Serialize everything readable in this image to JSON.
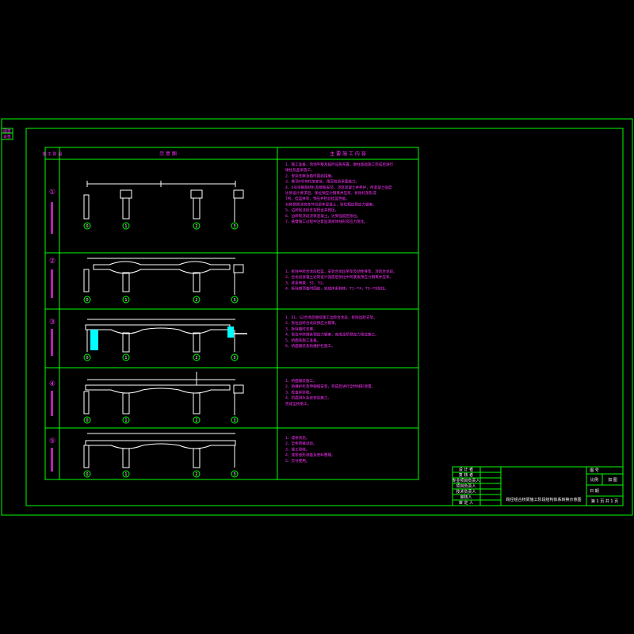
{
  "drawing": {
    "main_title": "跨径组合桥梁施工阶段结构体系转换示意图",
    "stage_column_header": "施 工 阶 段",
    "diagram_column_header": "示 意 图",
    "notes_column_header": "主 要 施 工 内 容",
    "stages": [
      {
        "id": "I",
        "label": "①",
        "roman": "I"
      },
      {
        "id": "II",
        "label": "②"
      },
      {
        "id": "III",
        "label": "③"
      },
      {
        "id": "IV",
        "label": "④"
      },
      {
        "id": "V",
        "label": "⑤"
      }
    ],
    "pier_marks": [
      "0",
      "1",
      "2",
      "3"
    ],
    "notes": {
      "I": [
        "1、施工准备，场地平整及临时设施布置，墩柱基础施工完成后进行",
        "   墩柱及盖梁施工。",
        "2、安装支座及临时固结措施。",
        "3、墩顶0号块托架安装，预压检验承载能力。",
        "4、0号块钢筋绑扎及模板安装，浇筑混凝土并养护，待混凝土强度",
        "   达到设计要求后，张拉预应力钢束并压浆，拆除托架形成",
        "   T构，挂篮拼装，预压并检验挂篮性能。",
        "   对称悬臂浇筑各节段梁体混凝土，张拉相应预应力钢束。",
        "5、边跨现浇段支架搭设并预压。",
        "6、边跨现浇段浇筑混凝土，达到强度后张拉。",
        "7、悬臂施工过程中注意监测梁体线形及应力变化。"
      ],
      "II": [
        "1、拆除中跨合龙段挂篮，安装合龙段吊架及劲性骨架，浇筑合龙段。",
        "2、合龙段混凝土达到设计强度后张拉中跨底板预应力钢束并压浆。",
        "3、体系转换：S1、S2。",
        "4、拆除墩顶临时固结，完成体系转换，T1~T4，T5~T8张拉。"
      ],
      "III": [
        "1、S1、S2合龙后继续施工边跨合龙段，拆除边跨支架。",
        "2、张拉边跨合龙段预应力钢束。",
        "3、拆除临时支座。",
        "4、张拉中跨剩余预应力钢束，完成全桥预应力张拉施工。",
        "5、桥面系施工准备。",
        "6、桥面铺装及防撞护栏施工。"
      ],
      "IV": [
        "1、桥面铺装施工。",
        "2、防撞护栏及伸缩缝安装，完成后进行全桥线形测量。",
        "3、检查并验收。",
        "4、桥面排水系统安装施工。",
        "   完成全桥施工。"
      ],
      "V": [
        "1、成桥状态。",
        "2、全桥荷载试验。",
        "3、竣工验收。",
        "4、成桥线形测量及资料整理。",
        "5、交付使用。"
      ]
    },
    "title_block": {
      "roles": [
        "设 计 者",
        "复 核 者",
        "专业项目负责人",
        "项目负责人",
        "技术负责人",
        "审核人",
        "审 定 人"
      ],
      "label_drawing_no": "图 号",
      "label_scale": "比例",
      "scale_value": "如 图",
      "label_date": "日 期",
      "sheet": "第 1 页  共 1 页"
    },
    "corner_stamp": [
      "图签",
      "会签"
    ]
  },
  "colors": {
    "frame": "#00ff00",
    "lines": "#ffffff",
    "text": "#ff33ff",
    "highlight": "#00ffff"
  }
}
